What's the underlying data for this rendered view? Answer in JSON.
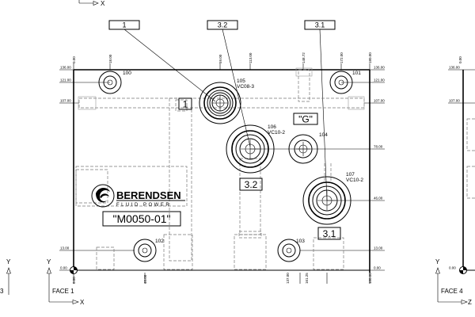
{
  "header_axis": {
    "x_label": "X"
  },
  "callouts": {
    "c1": "1",
    "c2": "3.2",
    "c3": "3.1"
  },
  "ports": {
    "p100": "100",
    "p101": "101",
    "p102": "102",
    "p103": "103",
    "p104": "104",
    "p105_id": "105",
    "p105_part": "VC08-3",
    "p106_id": "106",
    "p106_part": "VC10-2",
    "p107_id": "107",
    "p107_part": "VC10-2"
  },
  "markings": {
    "g_mark": "\"G\"",
    "mark_1": "1",
    "mark_32": "3.2",
    "mark_31": "3.1"
  },
  "brand": {
    "name": "BERENDSEN",
    "tagline": "FLUID POWER",
    "part_number": "\"M0050-01\""
  },
  "dims": {
    "left": [
      "136.00",
      "121.00",
      "107.00",
      "13.00",
      "0.00"
    ],
    "right": [
      "136.00",
      "121.00",
      "107.00",
      "78.00",
      "46.00",
      "13.00",
      "0.00"
    ],
    "top": [
      "0.00",
      "18.00",
      "59.00",
      "113.00",
      "148.72",
      "172.00",
      "180.00"
    ],
    "bottom": [
      "0.00",
      "40.00",
      "137.00",
      "161.25",
      "180.00"
    ]
  },
  "faces": {
    "face1": "FACE 1",
    "face4": "FACE 4",
    "y": "Y",
    "x": "X",
    "z": "Z",
    "left_edge_digit": "3"
  }
}
